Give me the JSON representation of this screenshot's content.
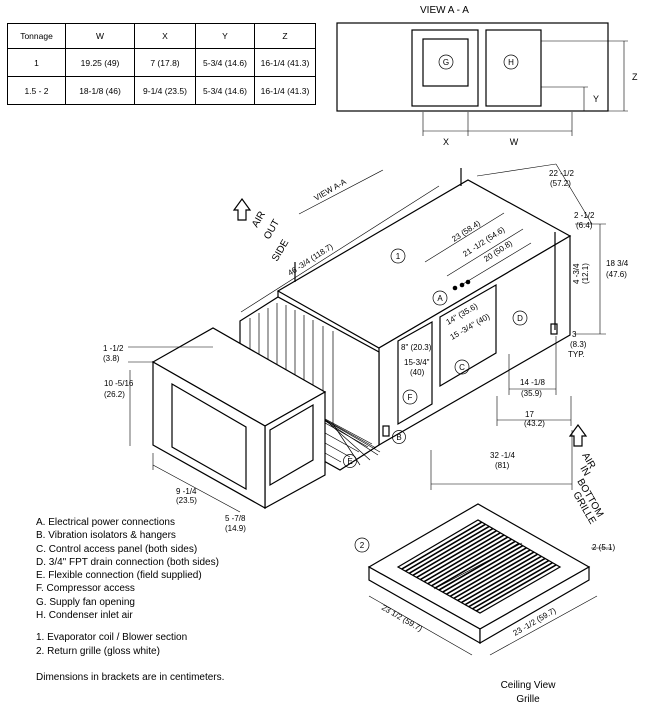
{
  "table": {
    "headers": [
      "Tonnage",
      "W",
      "X",
      "Y",
      "Z"
    ],
    "rows": [
      [
        "1",
        "19.25 (49)",
        "7 (17.8)",
        "5-3/4 (14.6)",
        "16-1/4 (41.3)"
      ],
      [
        "1.5 - 2",
        "18-1/8 (46)",
        "9-1/4 (23.5)",
        "5-3/4 (14.6)",
        "16-1/4 (41.3)"
      ]
    ]
  },
  "view_aa": {
    "title": "VIEW A - A",
    "opening_g": "G",
    "opening_h": "H",
    "dim_x": "X",
    "dim_w": "W",
    "dim_y": "Y",
    "dim_z": "Z"
  },
  "unit": {
    "view_label": "VIEW A-A",
    "air_out": [
      "AIR",
      "OUT",
      "SIDE"
    ],
    "air_in": [
      "AIR",
      "IN",
      "BOTTOM",
      "GRILLE"
    ],
    "callout_1": "1",
    "callout_2": "2",
    "letters": {
      "a": "A",
      "b": "B",
      "c": "C",
      "d": "D",
      "e": "E",
      "f": "F"
    },
    "dims": {
      "length": "46 -3/4 (118.7)",
      "width_a": "22 -1/2",
      "width_b": "(57.2)",
      "d23": "23 (58.4)",
      "d21": "21 -1/2 (54.6)",
      "d20": "20 (50.8)",
      "d2_a": "2 -1/2",
      "d2_b": "(6.4)",
      "height_a": "18 3/4",
      "height_b": "(47.6)",
      "d4_a": "4 -3/4",
      "d4_b": "(12.1)",
      "d3_a": "3",
      "d3_b": "(8.3)",
      "d3_c": "TYP.",
      "d14_a": "14 -1/8",
      "d14_b": "(35.9)",
      "d17_a": "17",
      "d17_b": "(43.2)",
      "d32_a": "32 -1/4",
      "d32_b": "(81)",
      "d1_a": "1 -1/2",
      "d1_b": "(3.8)",
      "d10_a": "10 -5/16",
      "d10_b": "(26.2)",
      "d9_a": "9 -1/4",
      "d9_b": "(23.5)",
      "d5_a": "5 -7/8",
      "d5_b": "(14.9)",
      "panel_8_a": "8\" (20.3)",
      "panel_15_a": "15-3/4\"",
      "panel_15_b": "(40)",
      "panel_14": "14\" (35.6)",
      "panel_15c": "15 -3/4\" (40)"
    }
  },
  "grille": {
    "height": "2 (5.1)",
    "width_a": "23 1/2 (59.7)",
    "width_b": "23 -1/2 (59.7)",
    "caption_1": "Ceiling View",
    "caption_2": "Grille"
  },
  "legend": {
    "letters": [
      "A. Electrical power connections",
      "B. Vibration isolators & hangers",
      "C. Control access panel (both sides)",
      "D. 3/4\" FPT drain connection (both sides)",
      "E. Flexible connection (field supplied)",
      "F. Compressor access",
      "G. Supply fan opening",
      "H. Condenser inlet air"
    ],
    "numbers": [
      "1. Evaporator coil / Blower section",
      "2. Return grille (gloss white)"
    ],
    "note": "Dimensions in brackets are in centimeters."
  }
}
